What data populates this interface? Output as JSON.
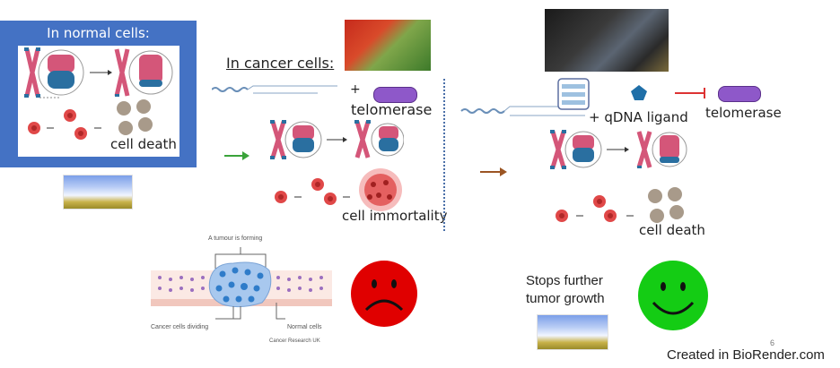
{
  "normal_panel": {
    "title": "In normal cells:",
    "outcome": "cell death",
    "color": "#4472c4"
  },
  "cancer_panel": {
    "title": "In cancer cells:",
    "enzyme_plus": "+",
    "enzyme_label": "telomerase",
    "outcome": "cell immortality"
  },
  "treatment_panel": {
    "ligand_label": "+ qDNA ligand",
    "enzyme_label": "telomerase",
    "outcome": "cell death"
  },
  "tumour_figure": {
    "title": "A tumour is forming",
    "label_left": "Cancer cells dividing",
    "label_right": "Normal cells",
    "credit": "Cancer Research UK"
  },
  "result": {
    "text_line1": "Stops further",
    "text_line2": "tumor growth",
    "sad_face_color": "#e00000",
    "happy_face_color": "#14cc14"
  },
  "footer": {
    "credit": "Created in BioRender.com",
    "page_number": "6"
  },
  "colors": {
    "chromosome": "#d45679",
    "telomere": "#2a6fa0",
    "cell": "#e04848",
    "dead_cell": "#a89a8a",
    "telomerase": "#8e58c9",
    "ligand": "#1f6fa8",
    "inhibit": "#d33",
    "arrow_green": "#3aa33a",
    "arrow_brown": "#9b5523"
  }
}
